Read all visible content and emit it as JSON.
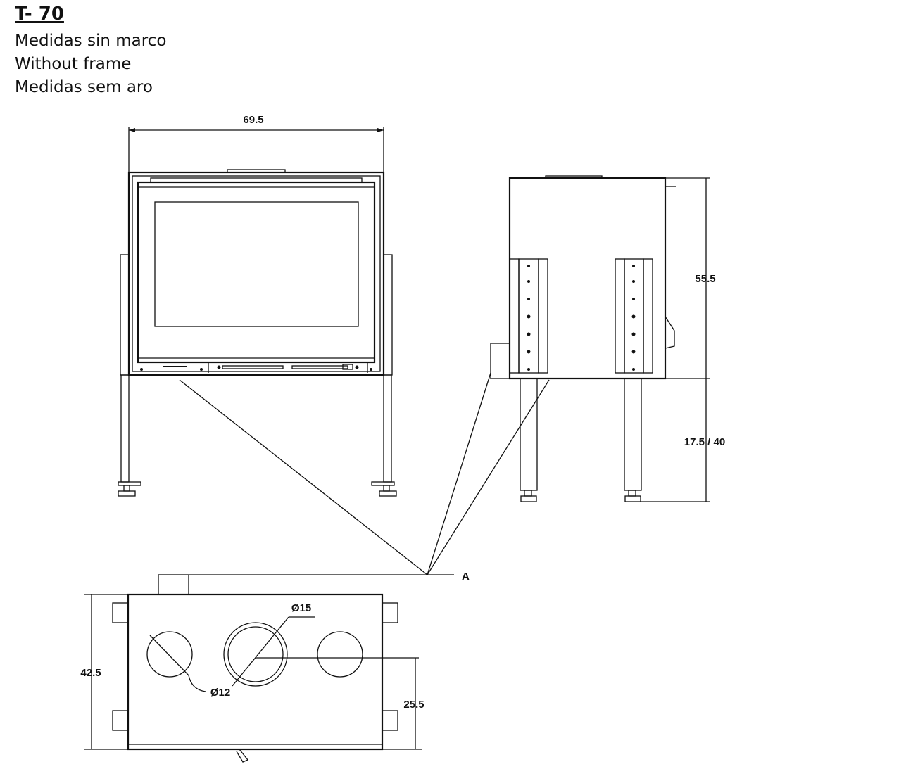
{
  "header": {
    "title": "T- 70",
    "lines": [
      "Medidas sin marco",
      "Without frame",
      "Medidas sem aro"
    ]
  },
  "dimensions": {
    "front_width": "69.5",
    "height": "55.5",
    "leg_height": "17.5 / 40",
    "depth": "42.5",
    "outlet_offset": "25.5",
    "outlet_diameter_large": "Ø15",
    "outlet_diameter_small": "Ø12",
    "callout": "A"
  }
}
